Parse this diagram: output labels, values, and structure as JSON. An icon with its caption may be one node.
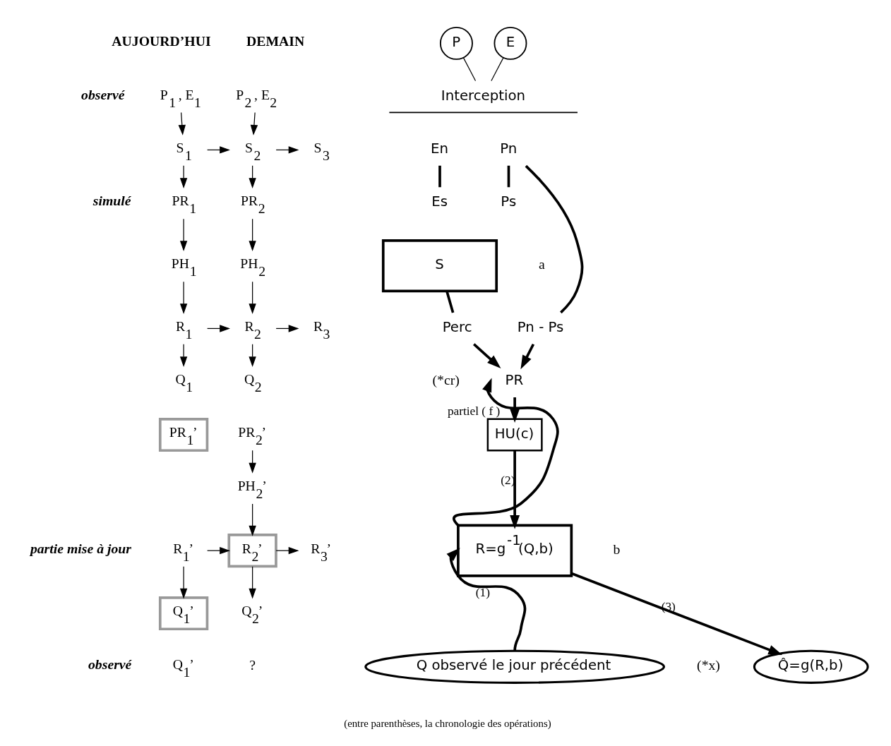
{
  "diagram": {
    "caption": "(entre parenthèses, la chronologie des opérations)",
    "nodes": [
      {
        "text": [
          "P$_{1}$ , E$_{1}$"
        ]
      },
      {
        "text": [
          "P$_{2}$ , E$_{2}$"
        ]
      },
      {
        "text": [
          "S$_{1}$"
        ]
      },
      {
        "text": [
          "S$_{2}$"
        ]
      },
      {
        "text": [
          "S$_{3}$"
        ]
      },
      {
        "text": [
          "PR$_{1}$"
        ]
      },
      {
        "text": [
          "PR$_{2}$"
        ]
      },
      {
        "text": [
          "PH$_{1}$"
        ]
      },
      {
        "text": [
          "PH$_{2}$"
        ]
      },
      {
        "text": [
          "R$_{1}$"
        ]
      },
      {
        "text": [
          "R$_{2}$"
        ]
      },
      {
        "text": [
          "R$_{3}$"
        ]
      },
      {
        "text": [
          "Q$_{1}$"
        ]
      },
      {
        "text": [
          "Q$_{2}$"
        ]
      },
      {
        "text": [
          "PR$_{1}$’"
        ]
      },
      {
        "text": [
          "PR$_{2}$’"
        ]
      },
      {
        "text": [
          "PH$_{2}$’"
        ]
      },
      {
        "text": [
          "R$_{1}$’"
        ]
      },
      {
        "text": [
          "R$_{2}$’"
        ]
      },
      {
        "text": [
          "R$_{3}$’"
        ]
      },
      {
        "text": [
          "Q$_{1}$’"
        ]
      },
      {
        "text": [
          "Q$_{2}$’"
        ]
      },
      {
        "text": [
          "E"
        ]
      },
      {
        "text": [
          "P"
        ]
      },
      {
        "text": [
          "Interception"
        ]
      },
      {
        "text": [
          "En"
        ]
      },
      {
        "text": [
          "Es"
        ]
      },
      {
        "text": [
          "Pn"
        ]
      },
      {
        "text": [
          "Ps"
        ]
      },
      {
        "text": [
          "Pn - Ps"
        ]
      },
      {
        "text": [
          "S"
        ]
      },
      {
        "text": [
          "Perc"
        ]
      },
      {
        "text": [
          "PR"
        ]
      },
      {
        "text": [
          "HU(c)"
        ]
      },
      {
        "text": [
          "R=g$^{-1}$(Q,b)"
        ]
      },
      {
        "text": [
          "Q observé le jour précédent"
        ]
      },
      {
        "text": [
          "Q̂=g(R,b)"
        ]
      }
    ],
    "edges": [
      {
        "from": 0,
        "to": 2,
        "arrow": "to"
      },
      {
        "from": 1,
        "to": 3,
        "arrow": "to"
      },
      {
        "from": 2,
        "to": 3,
        "arrow": "to"
      },
      {
        "from": 2,
        "to": 5,
        "arrow": "to"
      },
      {
        "from": 3,
        "to": 4,
        "arrow": "to"
      },
      {
        "from": 3,
        "to": 6,
        "arrow": "to"
      },
      {
        "from": 5,
        "to": 7,
        "arrow": "to"
      },
      {
        "from": 6,
        "to": 8,
        "arrow": "to"
      },
      {
        "from": 7,
        "to": 9,
        "arrow": "to"
      },
      {
        "from": 8,
        "to": 10,
        "arrow": "to"
      },
      {
        "from": 9,
        "to": 10,
        "arrow": "to"
      },
      {
        "from": 9,
        "to": 12,
        "arrow": "to"
      },
      {
        "from": 10,
        "to": 11,
        "arrow": "to"
      },
      {
        "from": 10,
        "to": 13,
        "arrow": "to"
      },
      {
        "from": 15,
        "to": 16,
        "arrow": "to"
      },
      {
        "from": 16,
        "to": 18,
        "arrow": "to"
      },
      {
        "from": 17,
        "to": 18,
        "arrow": "to"
      },
      {
        "from": 17,
        "to": 20,
        "arrow": "to"
      },
      {
        "from": 18,
        "to": 19,
        "arrow": "to"
      },
      {
        "from": 18,
        "to": 21,
        "arrow": "to"
      },
      {
        "from": 22,
        "to": 24,
        "arrow": "none"
      },
      {
        "from": 23,
        "to": 24,
        "arrow": "none"
      },
      {
        "from": 25,
        "to": 26,
        "arrow": "none",
        "style": "thick"
      },
      {
        "from": 27,
        "to": 28,
        "arrow": "none",
        "style": "thick"
      },
      {
        "from": 27,
        "to": 29,
        "arrow": "none",
        "style": "thick"
      },
      {
        "from": 30,
        "to": 31,
        "arrow": "none",
        "style": "thick"
      },
      {
        "from": 31,
        "to": 32,
        "arrow": "to",
        "style": "thick"
      },
      {
        "from": 29,
        "to": 32,
        "arrow": "to",
        "style": "thick"
      },
      {
        "from": 32,
        "to": 33,
        "arrow": "to",
        "style": "thick"
      },
      {
        "from": 33,
        "to": 34,
        "arrow": "to",
        "label": "(2)",
        "style": "thick"
      },
      {
        "from": 34,
        "to": 36,
        "arrow": "to",
        "label": "(3)",
        "style": "thick"
      },
      {
        "from": 35,
        "to": 34,
        "arrow": "to",
        "label": "(1)",
        "style": "thick"
      },
      {
        "from": 34,
        "to": 32,
        "arrow": "to",
        "label": "partiel ( f )",
        "style": "thick"
      }
    ],
    "labels": [
      "AUJOURD’HUI",
      "DEMAIN",
      "observé",
      "simulé",
      "partie mise à jour",
      "observé",
      "Q$_{1}$’",
      "?",
      "a",
      "(*cr)",
      "b",
      "(*x)"
    ]
  }
}
